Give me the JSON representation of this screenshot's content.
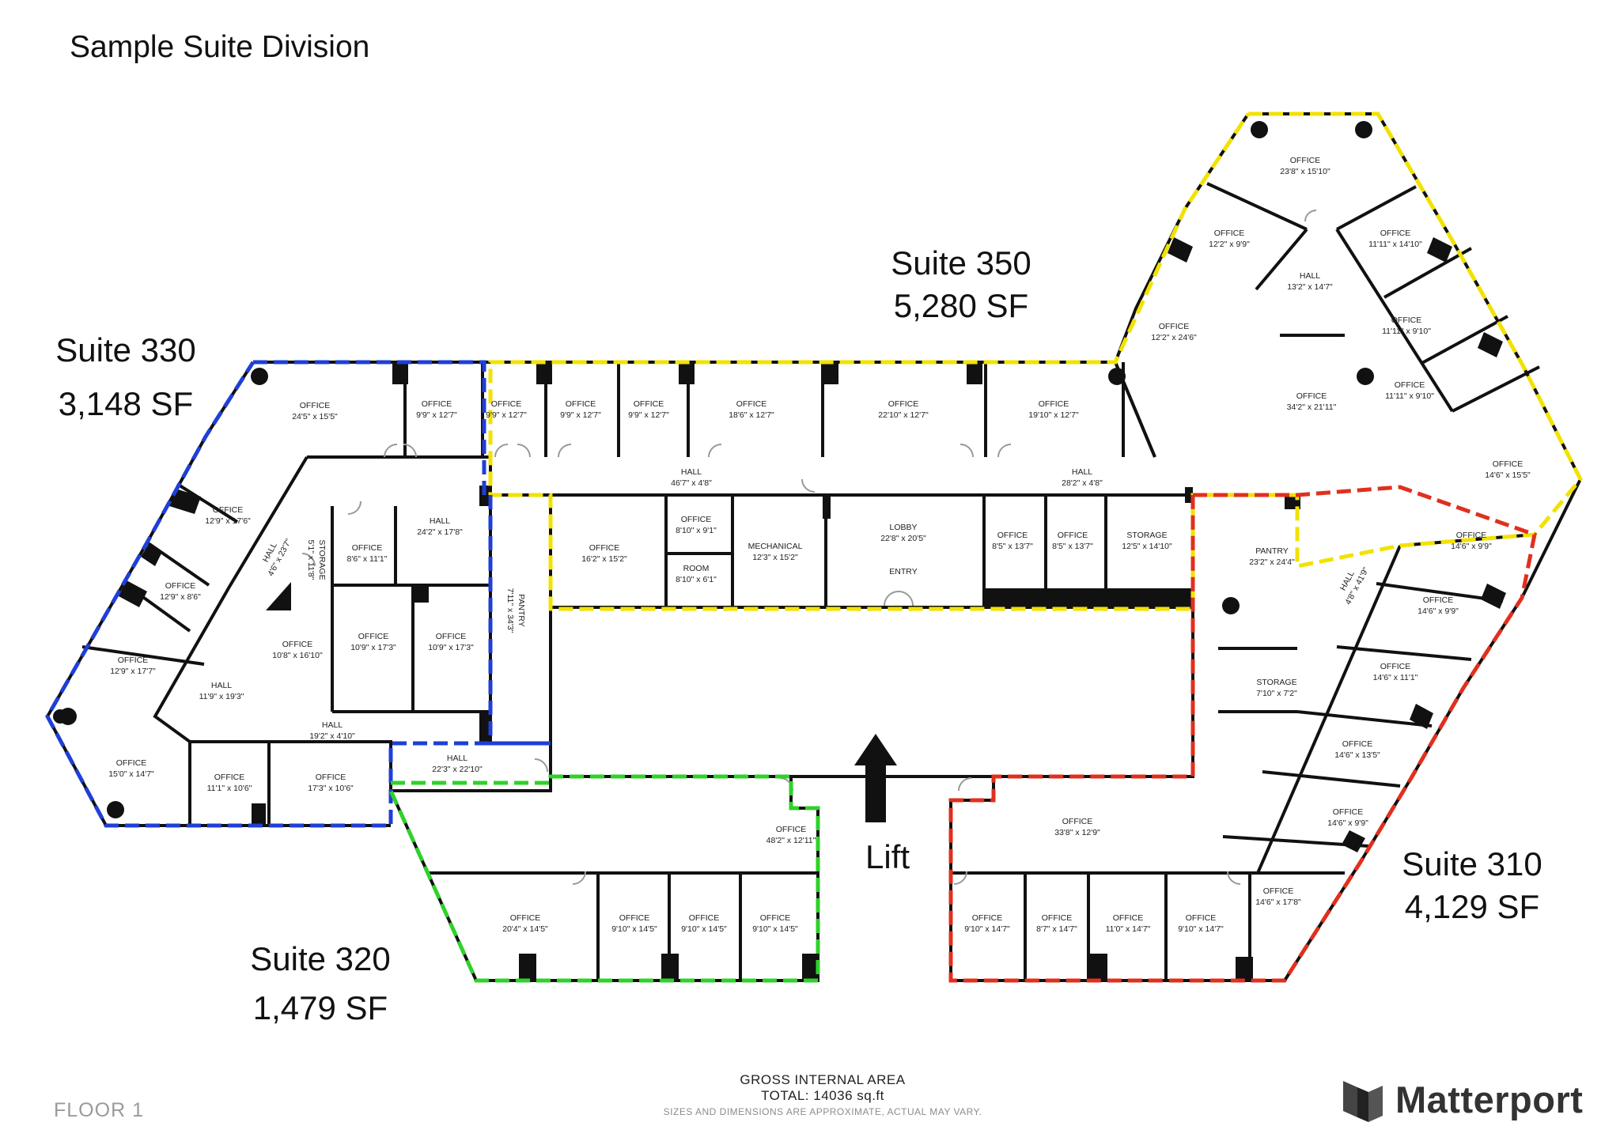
{
  "title": "Sample Suite Division",
  "suites": [
    {
      "id": "suite-350",
      "name": "Suite 350",
      "area": "5,280 SF",
      "color": "#f2e200"
    },
    {
      "id": "suite-330",
      "name": "Suite 330",
      "area": "3,148 SF",
      "color": "#1f3fd6"
    },
    {
      "id": "suite-320",
      "name": "Suite 320",
      "area": "1,479 SF",
      "color": "#2fd12a"
    },
    {
      "id": "suite-310",
      "name": "Suite 310",
      "area": "4,129 SF",
      "color": "#e0301e"
    }
  ],
  "lift": {
    "label": "Lift",
    "icon": "arrow-up-icon"
  },
  "rooms": [
    {
      "name": "OFFICE",
      "dims": "23'8\" x 15'10\""
    },
    {
      "name": "OFFICE",
      "dims": "12'2\" x 9'9\""
    },
    {
      "name": "OFFICE",
      "dims": "11'11\" x 14'10\""
    },
    {
      "name": "HALL",
      "dims": "13'2\" x 14'7\""
    },
    {
      "name": "OFFICE",
      "dims": "12'2\" x 24'6\""
    },
    {
      "name": "OFFICE",
      "dims": "11'11\" x 9'10\""
    },
    {
      "name": "OFFICE",
      "dims": "11'11\" x 9'10\""
    },
    {
      "name": "OFFICE",
      "dims": "34'2\" x 21'11\""
    },
    {
      "name": "OFFICE",
      "dims": "14'6\" x 15'5\""
    },
    {
      "name": "OFFICE",
      "dims": "24'5\" x 15'5\""
    },
    {
      "name": "OFFICE",
      "dims": "9'9\" x 12'7\""
    },
    {
      "name": "OFFICE",
      "dims": "9'9\" x 12'7\""
    },
    {
      "name": "OFFICE",
      "dims": "9'9\" x 12'7\""
    },
    {
      "name": "OFFICE",
      "dims": "9'9\" x 12'7\""
    },
    {
      "name": "OFFICE",
      "dims": "18'6\" x 12'7\""
    },
    {
      "name": "OFFICE",
      "dims": "22'10\" x 12'7\""
    },
    {
      "name": "OFFICE",
      "dims": "19'10\" x 12'7\""
    },
    {
      "name": "HALL",
      "dims": "46'7\" x 4'8\""
    },
    {
      "name": "HALL",
      "dims": "28'2\" x 4'8\""
    },
    {
      "name": "OFFICE",
      "dims": "12'9\" x 17'6\""
    },
    {
      "name": "HALL",
      "dims": "4'6\" x 23'7\""
    },
    {
      "name": "OFFICE",
      "dims": "8'6\" x 11'1\""
    },
    {
      "name": "HALL",
      "dims": "24'2\" x 17'8\""
    },
    {
      "name": "STORAGE",
      "dims": "5'1\" x 11'8\""
    },
    {
      "name": "OFFICE",
      "dims": "12'9\" x 8'6\""
    },
    {
      "name": "PANTRY",
      "dims": "7'11\" x 34'3\""
    },
    {
      "name": "OFFICE",
      "dims": "16'2\" x 15'2\""
    },
    {
      "name": "OFFICE",
      "dims": "8'10\" x 9'1\""
    },
    {
      "name": "ROOM",
      "dims": "8'10\" x 6'1\""
    },
    {
      "name": "MECHANICAL",
      "dims": "12'3\" x 15'2\""
    },
    {
      "name": "LOBBY",
      "dims": "22'8\" x 20'5\""
    },
    {
      "name": "ENTRY",
      "dims": ""
    },
    {
      "name": "OFFICE",
      "dims": "8'5\" x 13'7\""
    },
    {
      "name": "OFFICE",
      "dims": "8'5\" x 13'7\""
    },
    {
      "name": "STORAGE",
      "dims": "12'5\" x 14'10\""
    },
    {
      "name": "PANTRY",
      "dims": "23'2\" x 24'4\""
    },
    {
      "name": "OFFICE",
      "dims": "14'6\" x 9'9\""
    },
    {
      "name": "HALL",
      "dims": "4'8\" x 41'9\""
    },
    {
      "name": "OFFICE",
      "dims": "14'6\" x 9'9\""
    },
    {
      "name": "OFFICE",
      "dims": "10'8\" x 16'10\""
    },
    {
      "name": "OFFICE",
      "dims": "10'9\" x 17'3\""
    },
    {
      "name": "OFFICE",
      "dims": "10'9\" x 17'3\""
    },
    {
      "name": "OFFICE",
      "dims": "12'9\" x 17'7\""
    },
    {
      "name": "HALL",
      "dims": "11'9\" x 19'3\""
    },
    {
      "name": "HALL",
      "dims": "19'2\" x 4'10\""
    },
    {
      "name": "OFFICE",
      "dims": "14'6\" x 11'1\""
    },
    {
      "name": "STORAGE",
      "dims": "7'10\" x 7'2\""
    },
    {
      "name": "OFFICE",
      "dims": "15'0\" x 14'7\""
    },
    {
      "name": "OFFICE",
      "dims": "11'1\" x 10'6\""
    },
    {
      "name": "OFFICE",
      "dims": "17'3\" x 10'6\""
    },
    {
      "name": "HALL",
      "dims": "22'3\" x 22'10\""
    },
    {
      "name": "OFFICE",
      "dims": "14'6\" x 13'5\""
    },
    {
      "name": "OFFICE",
      "dims": "48'2\" x 12'11\""
    },
    {
      "name": "OFFICE",
      "dims": "33'8\" x 12'9\""
    },
    {
      "name": "OFFICE",
      "dims": "14'6\" x 9'9\""
    },
    {
      "name": "OFFICE",
      "dims": "20'4\" x 14'5\""
    },
    {
      "name": "OFFICE",
      "dims": "9'10\" x 14'5\""
    },
    {
      "name": "OFFICE",
      "dims": "9'10\" x 14'5\""
    },
    {
      "name": "OFFICE",
      "dims": "9'10\" x 14'5\""
    },
    {
      "name": "OFFICE",
      "dims": "14'6\" x 17'8\""
    },
    {
      "name": "OFFICE",
      "dims": "9'10\" x 14'7\""
    },
    {
      "name": "OFFICE",
      "dims": "8'7\" x 14'7\""
    },
    {
      "name": "OFFICE",
      "dims": "11'0\" x 14'7\""
    },
    {
      "name": "OFFICE",
      "dims": "9'10\" x 14'7\""
    }
  ],
  "footer": {
    "floor": "FLOOR 1",
    "gia_line1": "GROSS INTERNAL AREA",
    "gia_line2": "TOTAL: 14036 sq.ft",
    "disclaimer": "SIZES AND DIMENSIONS ARE APPROXIMATE, ACTUAL MAY VARY.",
    "brand": "Matterport",
    "brand_icon": "matterport-logo-icon"
  }
}
